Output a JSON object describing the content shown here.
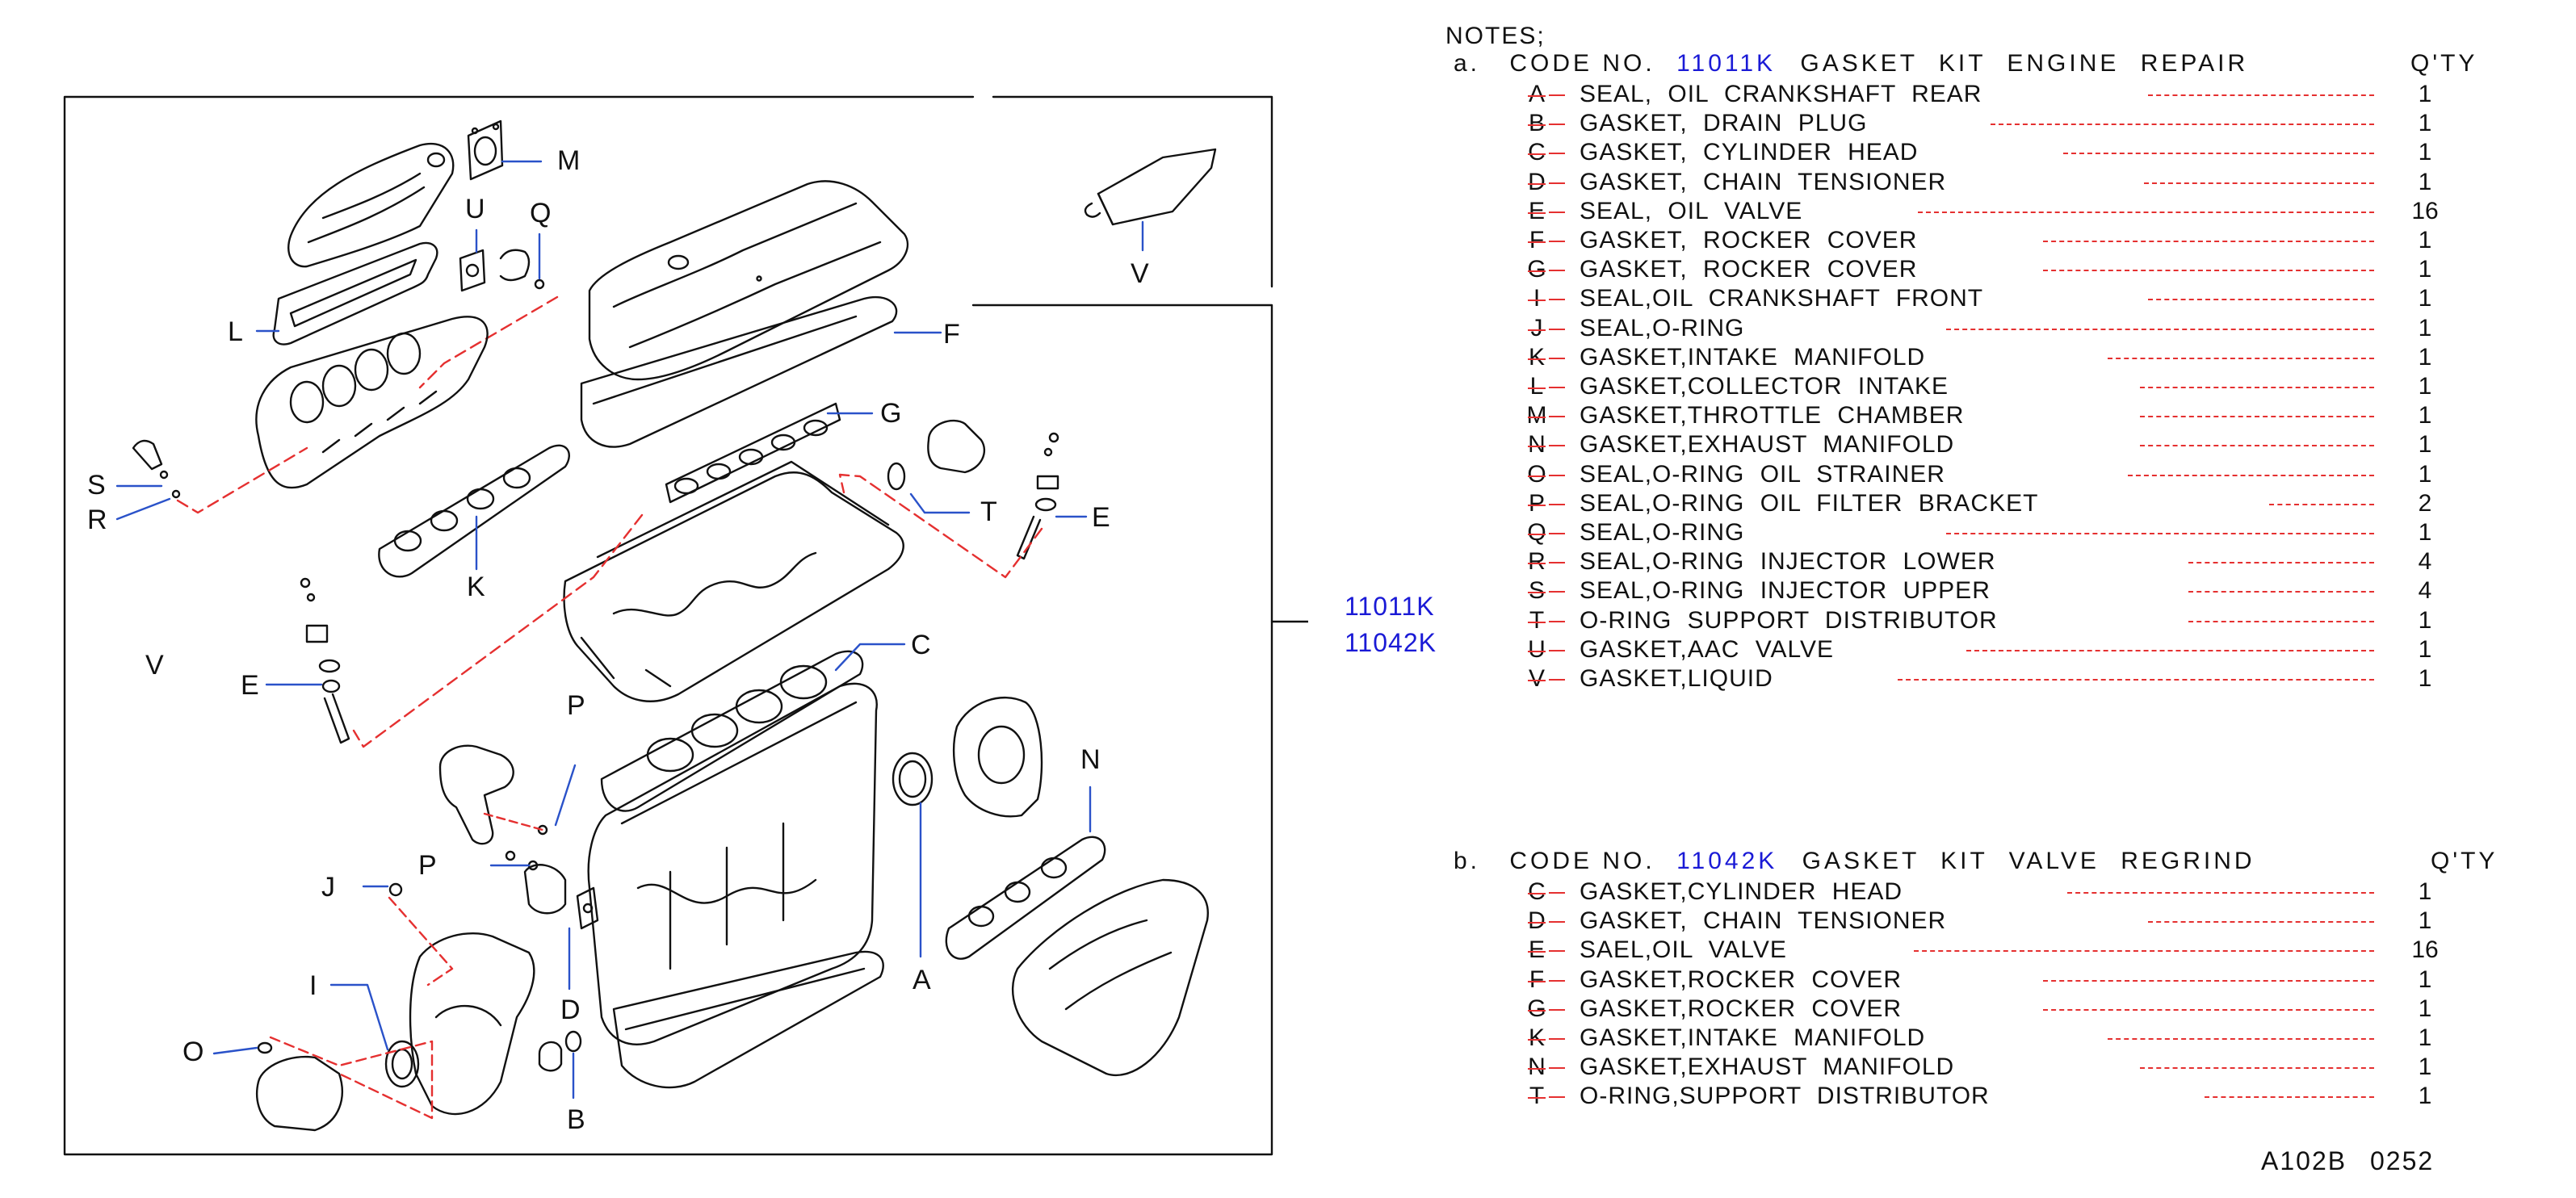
{
  "diagram": {
    "callouts": [
      "M",
      "U",
      "Q",
      "L",
      "F",
      "G",
      "S",
      "R",
      "T",
      "E",
      "K",
      "V",
      "C",
      "E",
      "P",
      "N",
      "P",
      "J",
      "I",
      "O",
      "D",
      "A",
      "B",
      "V"
    ],
    "kit_codes": [
      "11011K",
      "11042K"
    ]
  },
  "notes": {
    "title": "NOTES;",
    "kit_a": {
      "prefix": "a.",
      "label": "CODE NO.",
      "code": "11011K",
      "name": "GASKET KIT ENGINE REPAIR",
      "qty_header": "Q'TY",
      "items": [
        {
          "letter": "A",
          "desc": "SEAL, OIL CRANKSHAFT REAR",
          "qty": "1"
        },
        {
          "letter": "B",
          "desc": "GASKET, DRAIN PLUG",
          "qty": "1"
        },
        {
          "letter": "C",
          "desc": "GASKET, CYLINDER HEAD",
          "qty": "1"
        },
        {
          "letter": "D",
          "desc": "GASKET, CHAIN TENSIONER",
          "qty": "1"
        },
        {
          "letter": "E",
          "desc": "SEAL, OIL VALVE",
          "qty": "16"
        },
        {
          "letter": "F",
          "desc": "GASKET, ROCKER COVER",
          "qty": "1"
        },
        {
          "letter": "G",
          "desc": "GASKET, ROCKER COVER",
          "qty": "1"
        },
        {
          "letter": "I",
          "desc": "SEAL,OIL CRANKSHAFT FRONT",
          "qty": "1"
        },
        {
          "letter": "J",
          "desc": "SEAL,O-RING",
          "qty": "1"
        },
        {
          "letter": "K",
          "desc": "GASKET,INTAKE MANIFOLD",
          "qty": "1"
        },
        {
          "letter": "L",
          "desc": "GASKET,COLLECTOR INTAKE",
          "qty": "1"
        },
        {
          "letter": "M",
          "desc": "GASKET,THROTTLE CHAMBER",
          "qty": "1"
        },
        {
          "letter": "N",
          "desc": "GASKET,EXHAUST MANIFOLD",
          "qty": "1"
        },
        {
          "letter": "O",
          "desc": "SEAL,O-RING OIL STRAINER",
          "qty": "1"
        },
        {
          "letter": "P",
          "desc": "SEAL,O-RING OIL FILTER BRACKET",
          "qty": "2"
        },
        {
          "letter": "Q",
          "desc": "SEAL,O-RING",
          "qty": "1"
        },
        {
          "letter": "R",
          "desc": "SEAL,O-RING INJECTOR LOWER",
          "qty": "4"
        },
        {
          "letter": "S",
          "desc": "SEAL,O-RING INJECTOR UPPER",
          "qty": "4"
        },
        {
          "letter": "T",
          "desc": "O-RING SUPPORT DISTRIBUTOR",
          "qty": "1"
        },
        {
          "letter": "U",
          "desc": "GASKET,AAC VALVE",
          "qty": "1"
        },
        {
          "letter": "V",
          "desc": "GASKET,LIQUID",
          "qty": "1"
        }
      ]
    },
    "kit_b": {
      "prefix": "b.",
      "label": "CODE NO.",
      "code": "11042K",
      "name": "GASKET KIT VALVE REGRIND",
      "qty_header": "Q'TY",
      "items": [
        {
          "letter": "C",
          "desc": "GASKET,CYLINDER HEAD",
          "qty": "1"
        },
        {
          "letter": "D",
          "desc": "GASKET, CHAIN TENSIONER",
          "qty": "1"
        },
        {
          "letter": "E",
          "desc": "SAEL,OIL VALVE",
          "qty": "16"
        },
        {
          "letter": "F",
          "desc": "GASKET,ROCKER COVER",
          "qty": "1"
        },
        {
          "letter": "G",
          "desc": "GASKET,ROCKER COVER",
          "qty": "1"
        },
        {
          "letter": "K",
          "desc": "GASKET,INTAKE MANIFOLD",
          "qty": "1"
        },
        {
          "letter": "N",
          "desc": "GASKET,EXHAUST MANIFOLD",
          "qty": "1"
        },
        {
          "letter": "T",
          "desc": "O-RING,SUPPORT DISTRIBUTOR",
          "qty": "1"
        }
      ]
    }
  },
  "ref_code": "A102B 0252",
  "colors": {
    "link": "#1a1ad6",
    "leader_red": "#e53030",
    "leader_blue": "#2a52c9",
    "line": "#111111"
  }
}
